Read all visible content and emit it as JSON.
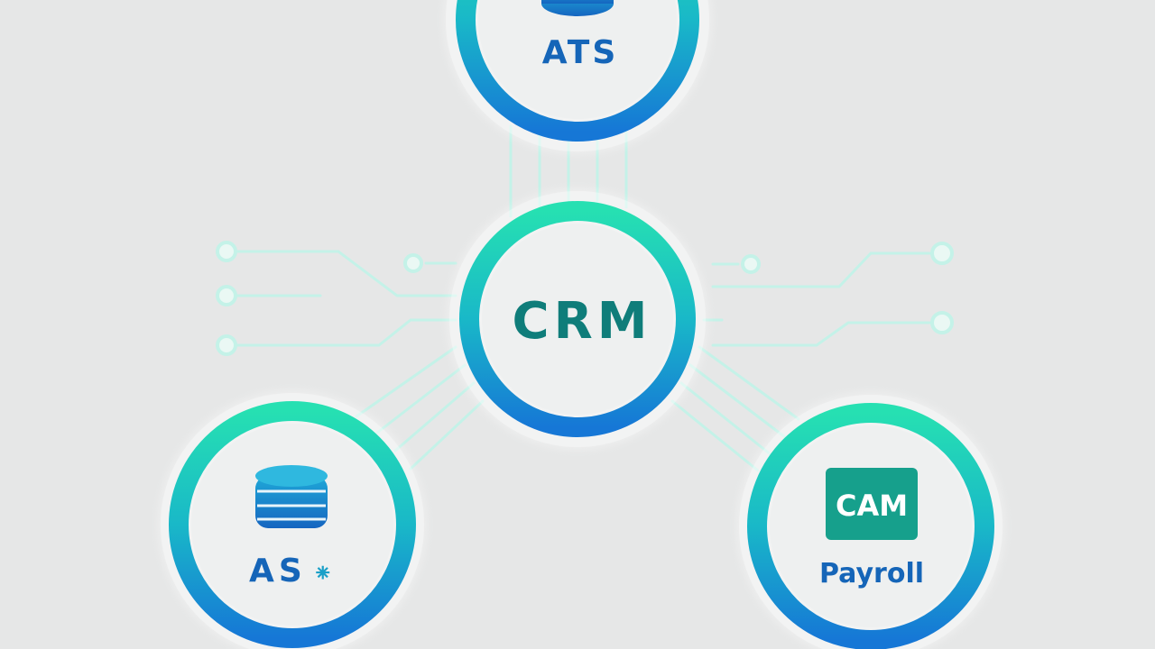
{
  "colors": {
    "background": "#e6e7e7",
    "node_fill": "#eef0f0",
    "ring_start": "#26e0b2",
    "ring_mid": "#19b8c8",
    "ring_end": "#1677d6",
    "connector": "#bff0e6",
    "label_blue": "#1565b8",
    "label_teal": "#0f7d7a",
    "badge_fill": "#16a08c"
  },
  "nodes": {
    "center": {
      "label": "CRM",
      "icon": "none"
    },
    "top": {
      "label": "ATS",
      "icon": "database-stack-icon"
    },
    "bottom_left": {
      "label": "AS",
      "glyph": "⁕",
      "icon": "database-stack-icon"
    },
    "bottom_right": {
      "badge": "CAM",
      "label": "Payroll",
      "icon": "badge-icon"
    }
  }
}
